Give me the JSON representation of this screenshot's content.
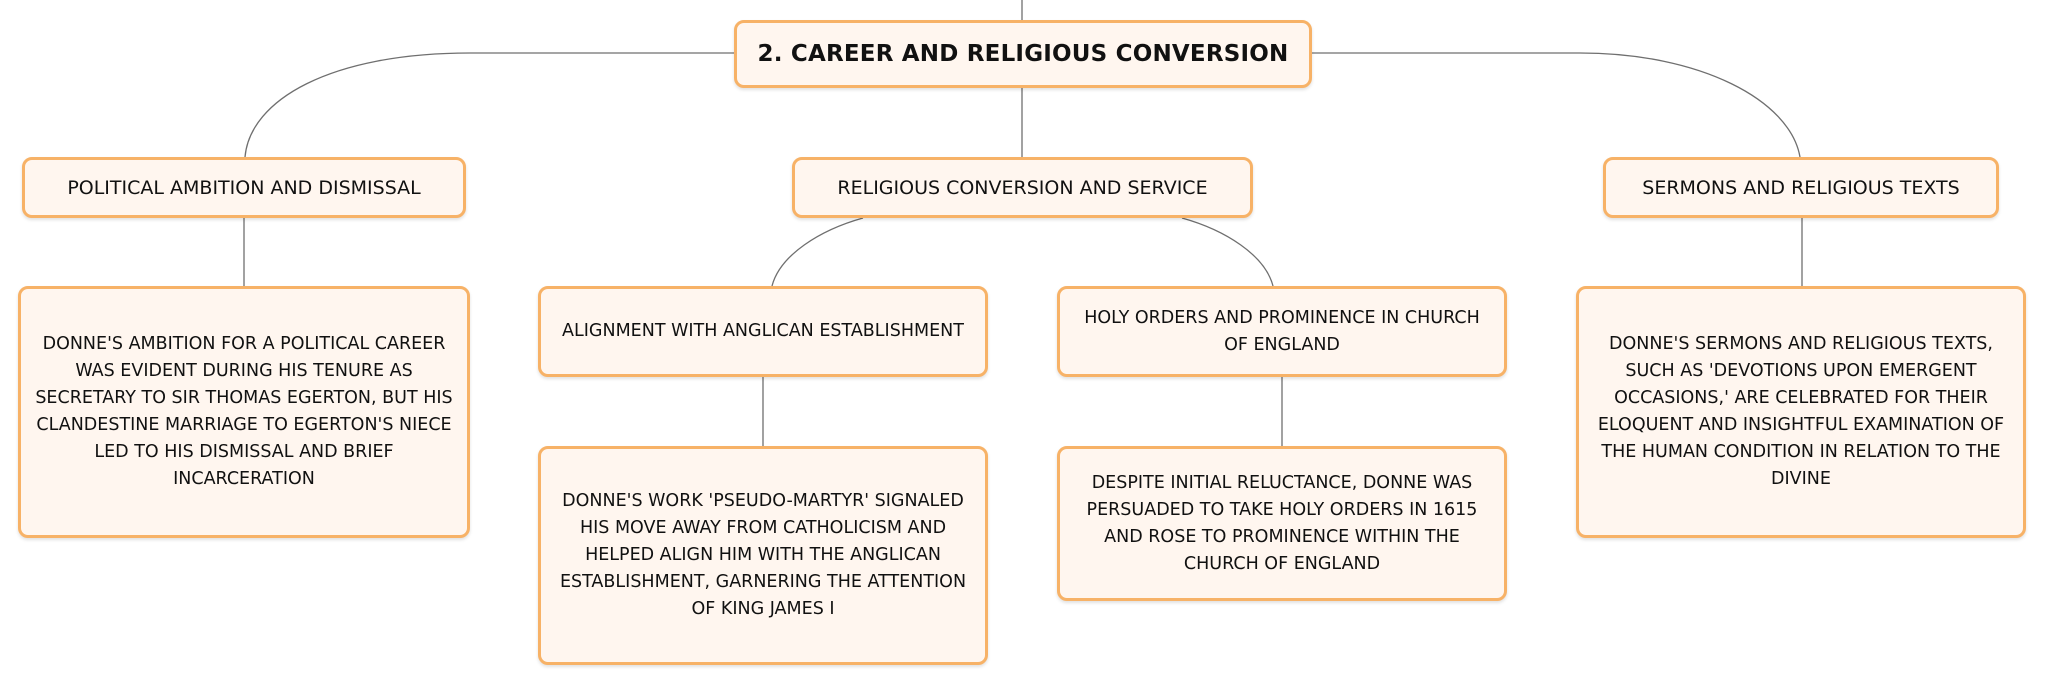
{
  "root": {
    "label": "2. CAREER AND RELIGIOUS CONVERSION"
  },
  "branches": [
    {
      "label": "POLITICAL AMBITION AND DISMISSAL",
      "detail": "DONNE'S AMBITION FOR A POLITICAL CAREER WAS EVIDENT DURING HIS TENURE AS SECRETARY TO SIR THOMAS EGERTON, BUT HIS CLANDESTINE MARRIAGE TO EGERTON'S NIECE LED TO HIS DISMISSAL AND BRIEF INCARCERATION"
    },
    {
      "label": "RELIGIOUS CONVERSION AND SERVICE",
      "children": [
        {
          "label": "ALIGNMENT WITH ANGLICAN ESTABLISHMENT",
          "detail": "DONNE'S WORK 'PSEUDO-MARTYR' SIGNALED HIS MOVE AWAY FROM CATHOLICISM AND HELPED ALIGN HIM WITH THE ANGLICAN ESTABLISHMENT, GARNERING THE ATTENTION OF KING JAMES I"
        },
        {
          "label": "HOLY ORDERS AND PROMINENCE IN CHURCH OF ENGLAND",
          "detail": "DESPITE INITIAL RELUCTANCE, DONNE WAS PERSUADED TO TAKE HOLY ORDERS IN 1615 AND ROSE TO PROMINENCE WITHIN THE CHURCH OF ENGLAND"
        }
      ]
    },
    {
      "label": "SERMONS AND RELIGIOUS TEXTS",
      "detail": "DONNE'S SERMONS AND RELIGIOUS TEXTS, SUCH AS 'DEVOTIONS UPON EMERGENT OCCASIONS,' ARE CELEBRATED FOR THEIR ELOQUENT AND INSIGHTFUL EXAMINATION OF THE HUMAN CONDITION IN RELATION TO THE DIVINE"
    }
  ],
  "colors": {
    "node_fill": "#fff6ef",
    "node_border": "#f7b267",
    "connector": "#6f6f6f",
    "text": "#111111"
  }
}
